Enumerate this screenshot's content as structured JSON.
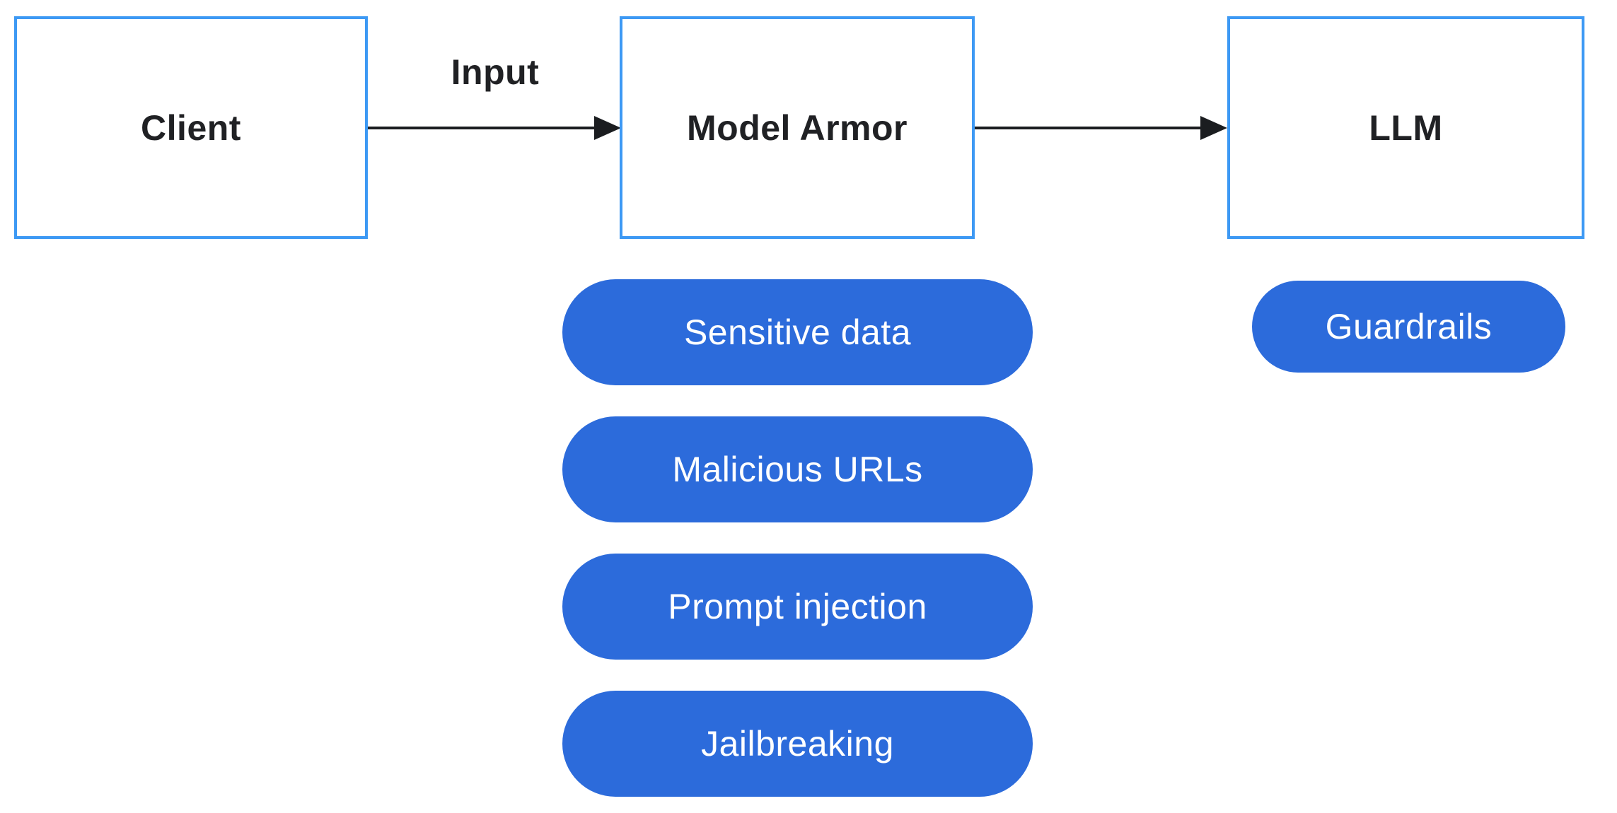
{
  "colors": {
    "background": "#ffffff",
    "box_border": "#3d99f4",
    "box_fill": "#ffffff",
    "pill_fill": "#2c6bdb",
    "pill_text": "#ffffff",
    "arrow": "#1b1d20",
    "label_text": "#202124"
  },
  "diagram": {
    "nodes": [
      {
        "id": "client",
        "label": "Client"
      },
      {
        "id": "model-armor",
        "label": "Model Armor"
      },
      {
        "id": "llm",
        "label": "LLM"
      }
    ],
    "edges": [
      {
        "from": "client",
        "to": "model-armor",
        "label": "Input"
      },
      {
        "from": "model-armor",
        "to": "llm",
        "label": ""
      }
    ],
    "model_armor_checks": [
      {
        "label": "Sensitive data"
      },
      {
        "label": "Malicious URLs"
      },
      {
        "label": "Prompt injection"
      },
      {
        "label": "Jailbreaking"
      }
    ],
    "llm_badges": [
      {
        "label": "Guardrails"
      }
    ]
  }
}
